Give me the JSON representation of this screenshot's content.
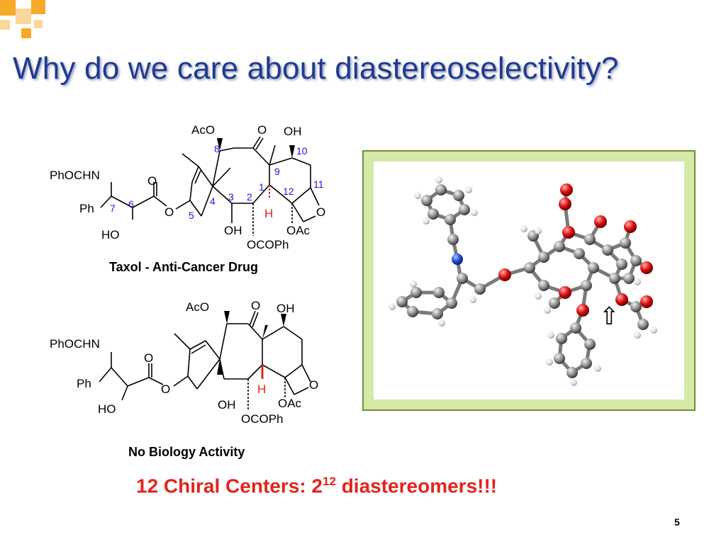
{
  "slide": {
    "title": "Why do we care about diastereoselectivity?",
    "page_number": "5"
  },
  "molecule_top": {
    "caption": "Taxol - Anti-Cancer Drug",
    "labels": {
      "aco": "AcO",
      "o_ketone": "O",
      "oh_top": "OH",
      "phochn": "PhOCHN",
      "o_ester": "O",
      "ph": "Ph",
      "ho": "HO",
      "o_link": "O",
      "oh_bottom": "OH",
      "ocoph": "OCOPh",
      "oac": "OAc",
      "o_oxetane": "O",
      "h": "H"
    },
    "numbers": {
      "n1": "1",
      "n2": "2",
      "n3": "3",
      "n4": "4",
      "n5": "5",
      "n6": "6",
      "n7": "7",
      "n8": "8",
      "n9": "9",
      "n10": "10",
      "n11": "11",
      "n12": "12"
    }
  },
  "molecule_bottom": {
    "caption": "No Biology Activity",
    "labels": {
      "aco": "AcO",
      "o_ketone": "O",
      "oh_top": "OH",
      "phochn": "PhOCHN",
      "o_ester": "O",
      "ph": "Ph",
      "ho": "HO",
      "o_link": "O",
      "oh_bottom": "OH",
      "ocoph": "OCOPh",
      "oac": "OAc",
      "o_oxetane": "O",
      "h": "H"
    }
  },
  "summary": {
    "prefix": "12 Chiral Centers: 2",
    "exponent": "12",
    "suffix": " diastereomers!!!"
  },
  "model": {
    "arrow_glyph": "⇧"
  },
  "colors": {
    "title": "#1f3a93",
    "number_blue": "#1a1adb",
    "highlight_red": "#e3241b",
    "frame_green": "#d6e9a8"
  }
}
